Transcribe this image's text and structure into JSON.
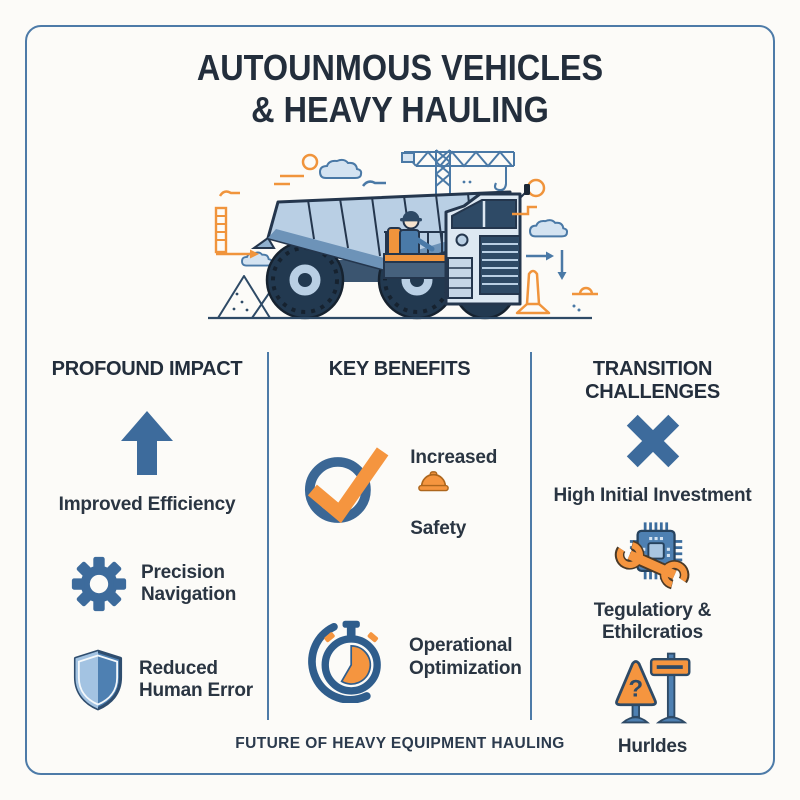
{
  "colors": {
    "background": "#fcfbf8",
    "border": "#4d7ba8",
    "navy_text": "#232e3c",
    "steel_blue": "#3d6b9c",
    "light_blue": "#b9cfe4",
    "orange": "#f5953f"
  },
  "title": {
    "line1": "AUTOUNMOUS VEHICLES",
    "line2": "& HEAVY HAULING"
  },
  "illustration": {
    "description": "autonomous mining dump truck with driver, crane, clouds and mountains"
  },
  "columns": [
    {
      "id": "profound-impact",
      "header": "PROFOUND IMPACT",
      "items": [
        {
          "icon": "up-arrow-icon",
          "label": "Improved Efficiency"
        },
        {
          "icon": "gear-icon",
          "label": "Precision\nNavigation"
        },
        {
          "icon": "shield-icon",
          "label": "Reduced\nHuman Error"
        }
      ]
    },
    {
      "id": "key-benefits",
      "header": "KEY BENEFITS",
      "items": [
        {
          "icon": "check-circle-icon",
          "label_line1": "Increased",
          "label_line2": "Safety",
          "suffix_icon": "hard-hat-icon"
        },
        {
          "icon": "stopwatch-icon",
          "label": "Operational\nOptimization"
        }
      ]
    },
    {
      "id": "transition-challenges",
      "header": "TRANSITION\nCHALLENGES",
      "items": [
        {
          "icon": "x-mark-icon",
          "label": "High Initial Investment"
        },
        {
          "icon": "chip-wrench-icon",
          "label": "Tegulatiory &\nEthilcratios"
        },
        {
          "icon": "warning-sign-icon",
          "label": "Hurldes"
        }
      ]
    }
  ],
  "footer": {
    "text": "FUTURE OF HEAVY EQUIPMENT HAULING"
  }
}
